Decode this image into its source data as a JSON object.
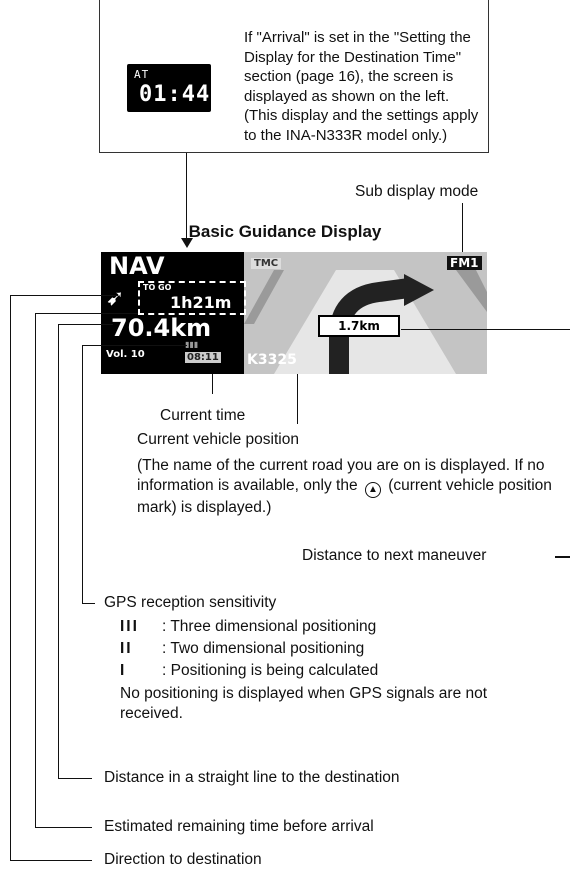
{
  "callout": {
    "screen_label": "AT",
    "screen_time": "01:44",
    "text": "If \"Arrival\" is set in the \"Setting the Display for the Destination Time\" section (page 16), the screen is displayed as shown on the left. (This display and the settings apply to the INA-N333R model only.)"
  },
  "labels": {
    "sub_display_mode": "Sub display mode",
    "heading": "Basic Guidance Display",
    "current_time": "Current time",
    "current_vehicle_position": "Current vehicle position",
    "position_note": "(The name of the current road you are on is displayed. If no information is available, only the",
    "position_note_end": "(current vehicle position mark) is displayed.)",
    "distance_next_maneuver": "Distance to next maneuver",
    "gps_title": "GPS reception sensitivity",
    "gps_items": [
      {
        "bars": "III",
        "text": ": Three dimensional positioning"
      },
      {
        "bars": "II",
        "text": ": Two dimensional positioning"
      },
      {
        "bars": "I",
        "text": ": Positioning is being calculated"
      }
    ],
    "gps_note": "No positioning is displayed when GPS signals are not received.",
    "straight_line": "Distance in a straight line to the destination",
    "remaining_time": "Estimated remaining time before arrival",
    "direction": "Direction to destination"
  },
  "screen": {
    "nav": "NAV",
    "to_go": "TO GO",
    "remain": "1h21m",
    "distance": "70.4km",
    "vol": "Vol. 10",
    "clock": "08:11",
    "tmc": "TMC",
    "fm": "FM1",
    "maneuver_distance": "1.7km",
    "road": "K3325"
  }
}
